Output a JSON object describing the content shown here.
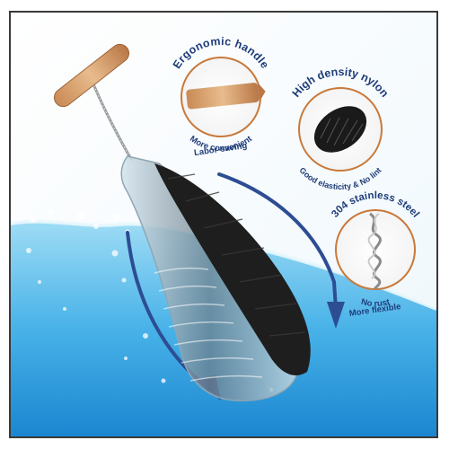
{
  "colors": {
    "water_top": "#8fd4f2",
    "water_bottom": "#1d8fd6",
    "arrow": "#2d4d93",
    "text": "#1f3d7a",
    "wood_light": "#e7b98a",
    "wood_dark": "#b7784a",
    "bristle": "#1e1e1e",
    "ring": "#c8793a"
  },
  "features": [
    {
      "icon": "wooden-handle-icon",
      "title": "Ergonomic handle",
      "caption_1": "More convenient",
      "caption_2": "Labor-saving"
    },
    {
      "icon": "nylon-bristles-icon",
      "title": "High density nylon",
      "caption_1": "Good elasticity & No lint",
      "caption_2": ""
    },
    {
      "icon": "twisted-steel-wire-icon",
      "title": "304 stainless steel",
      "caption_1": "No rust",
      "caption_2": "More flexible"
    }
  ]
}
